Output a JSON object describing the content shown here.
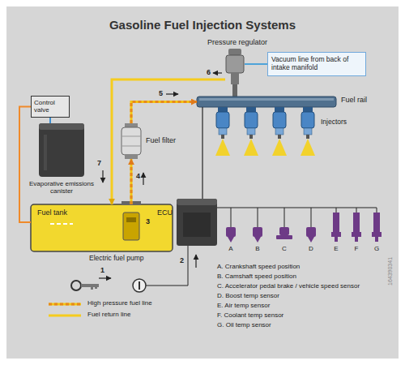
{
  "diagram": {
    "title": "Gasoline Fuel Injection Systems",
    "nodes": [
      {
        "text": [
          "Pressure regulator"
        ]
      },
      {
        "text": [
          "Vacuum line from back of intake manifold"
        ]
      },
      {
        "text": [
          "Control valve"
        ]
      },
      {
        "text": [
          "Fuel rail"
        ]
      },
      {
        "text": [
          "Evaporative emissions canister"
        ]
      },
      {
        "text": [
          "Fuel filter"
        ]
      },
      {
        "text": [
          "Fuel tank"
        ]
      },
      {
        "text": [
          "ECU"
        ]
      }
    ],
    "edges": [
      {
        "from": 6,
        "to": 5,
        "arrow": "to"
      },
      {
        "from": 5,
        "to": 3,
        "arrow": "to"
      },
      {
        "from": 0,
        "to": 6,
        "arrow": "to"
      },
      {
        "from": 1,
        "to": 0,
        "arrow": "none"
      },
      {
        "from": 2,
        "to": 4,
        "arrow": "none"
      },
      {
        "from": 6,
        "to": 2,
        "arrow": "none"
      },
      {
        "from": 7,
        "to": 3,
        "arrow": "none"
      }
    ],
    "labels": [
      "6",
      "5",
      "Injectors",
      "7",
      "4",
      "3",
      "Electric fuel pump",
      "2",
      "1",
      "A",
      "B",
      "C",
      "D",
      "E",
      "F",
      "G",
      "A. Crankshaft speed position",
      "B. Camshaft speed position",
      "C. Accelerator pedal brake / vehicle speed sensor",
      "D. Boost temp sensor",
      "E. Air temp sensor",
      "F. Coolant temp sensor",
      "G. Oil temp sensor",
      "164390341"
    ],
    "legend": [
      {
        "text": "High pressure fuel line"
      },
      {
        "text": "Fuel return line"
      }
    ]
  }
}
